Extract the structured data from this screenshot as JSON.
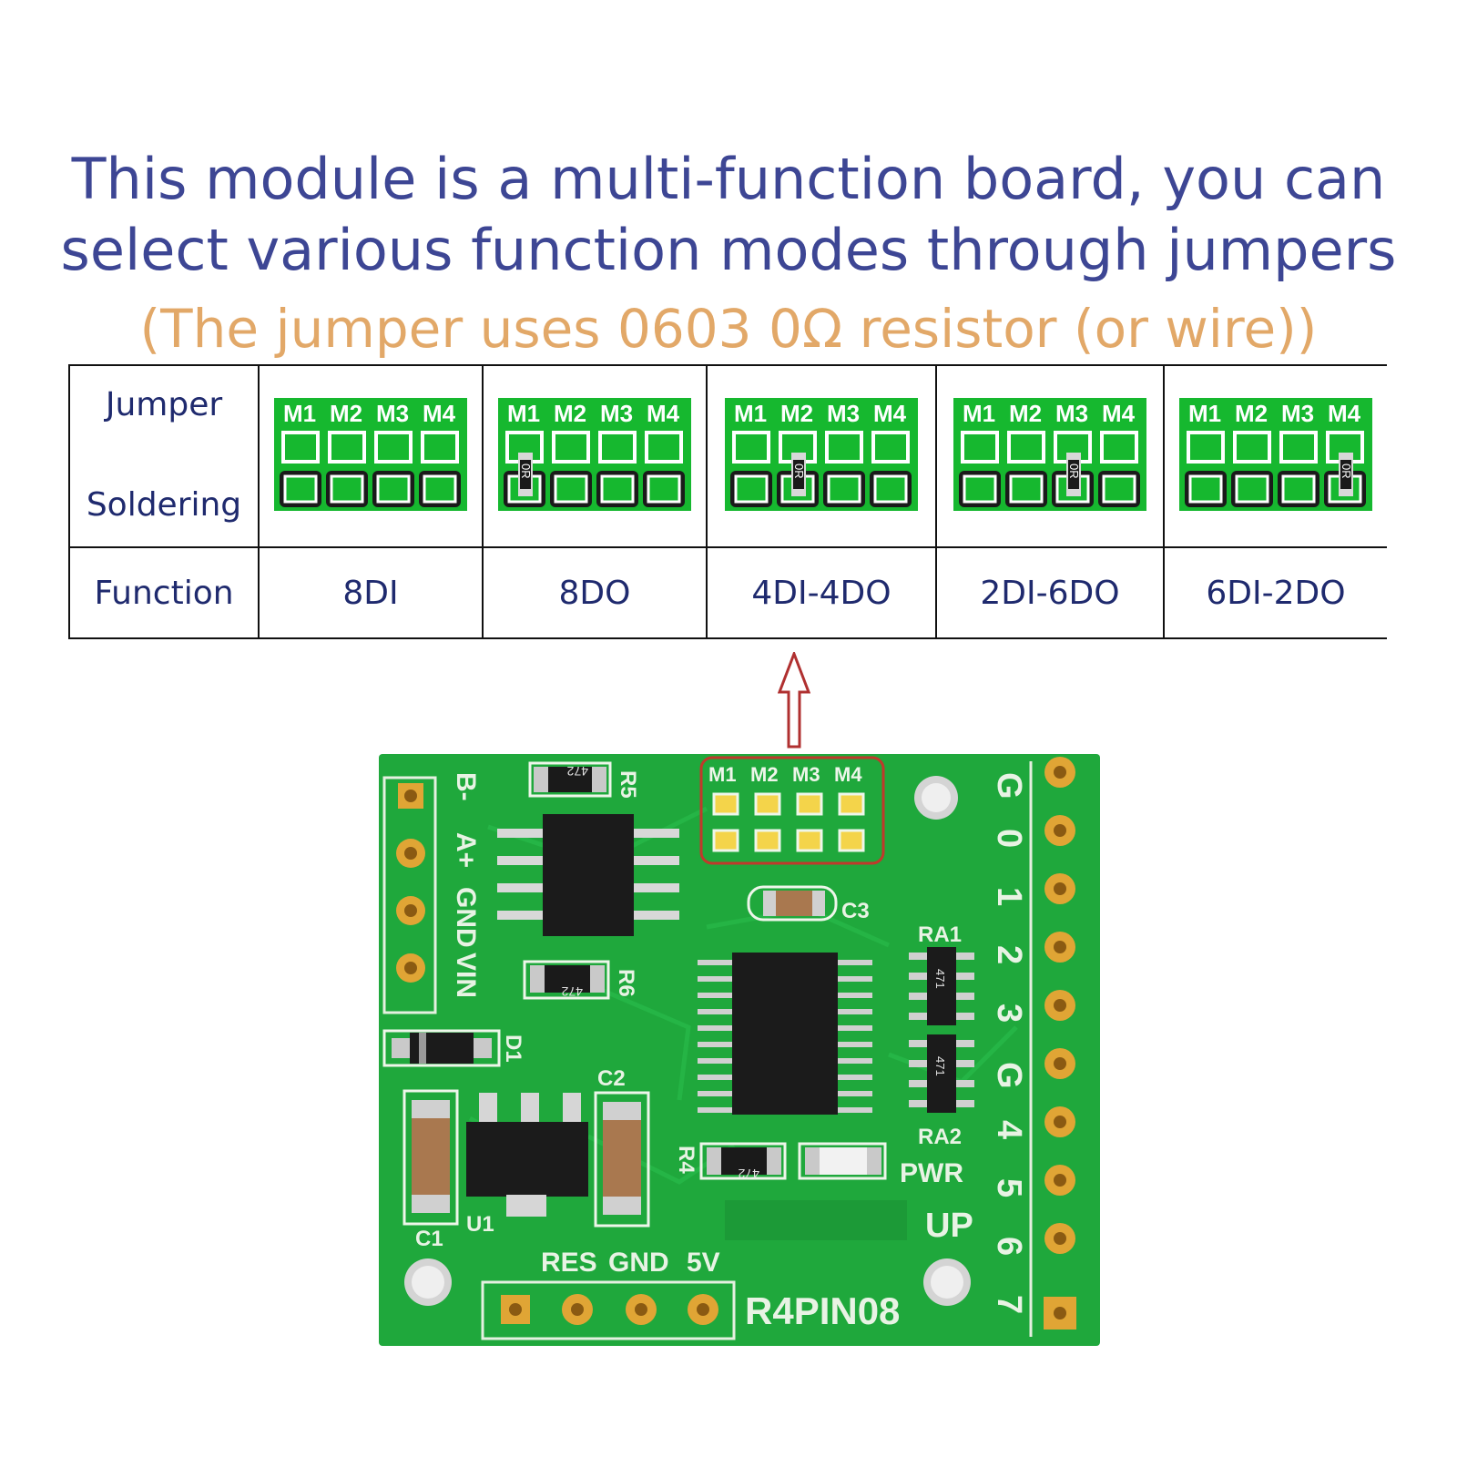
{
  "heading": {
    "line1": "This module is a multi-function board, you can",
    "line2": "select various function modes through jumpers",
    "note": "(The jumper uses 0603 0Ω resistor (or wire))"
  },
  "table": {
    "row_labels": {
      "jumper": "Jumper",
      "soldering": "Soldering",
      "function": "Function"
    },
    "pad_labels": [
      "M1",
      "M2",
      "M3",
      "M4"
    ],
    "resistor_label": "0R",
    "modes": [
      {
        "function": "8DI",
        "jumper": null
      },
      {
        "function": "8DO",
        "jumper": 1
      },
      {
        "function": "4DI-4DO",
        "jumper": 2
      },
      {
        "function": "2DI-6DO",
        "jumper": 3
      },
      {
        "function": "6DI-2DO",
        "jumper": 4
      }
    ]
  },
  "board": {
    "model": "R4PIN08",
    "left_header": [
      "B-",
      "A+",
      "GND",
      "VIN"
    ],
    "right_header": [
      "G",
      "0",
      "1",
      "2",
      "3",
      "G",
      "4",
      "5",
      "6",
      "7"
    ],
    "bottom_header": [
      "RES",
      "GND",
      "5V"
    ],
    "components": {
      "r5": "R5",
      "r6": "R6",
      "r4": "R4",
      "c1": "C1",
      "c2": "C2",
      "c3": "C3",
      "d1": "D1",
      "u1": "U1",
      "ra1": "RA1",
      "ra2": "RA2",
      "pwr": "PWR",
      "res472": "472",
      "res471": "471",
      "up": "UP"
    },
    "pads": [
      "M1",
      "M2",
      "M3",
      "M4"
    ]
  },
  "colors": {
    "heading": "#3d4694",
    "note": "#e2a868",
    "pcb": "#1fa83c",
    "pad_green": "#16b82f",
    "gold": "#e8b23a",
    "highlight": "#c0392b"
  }
}
